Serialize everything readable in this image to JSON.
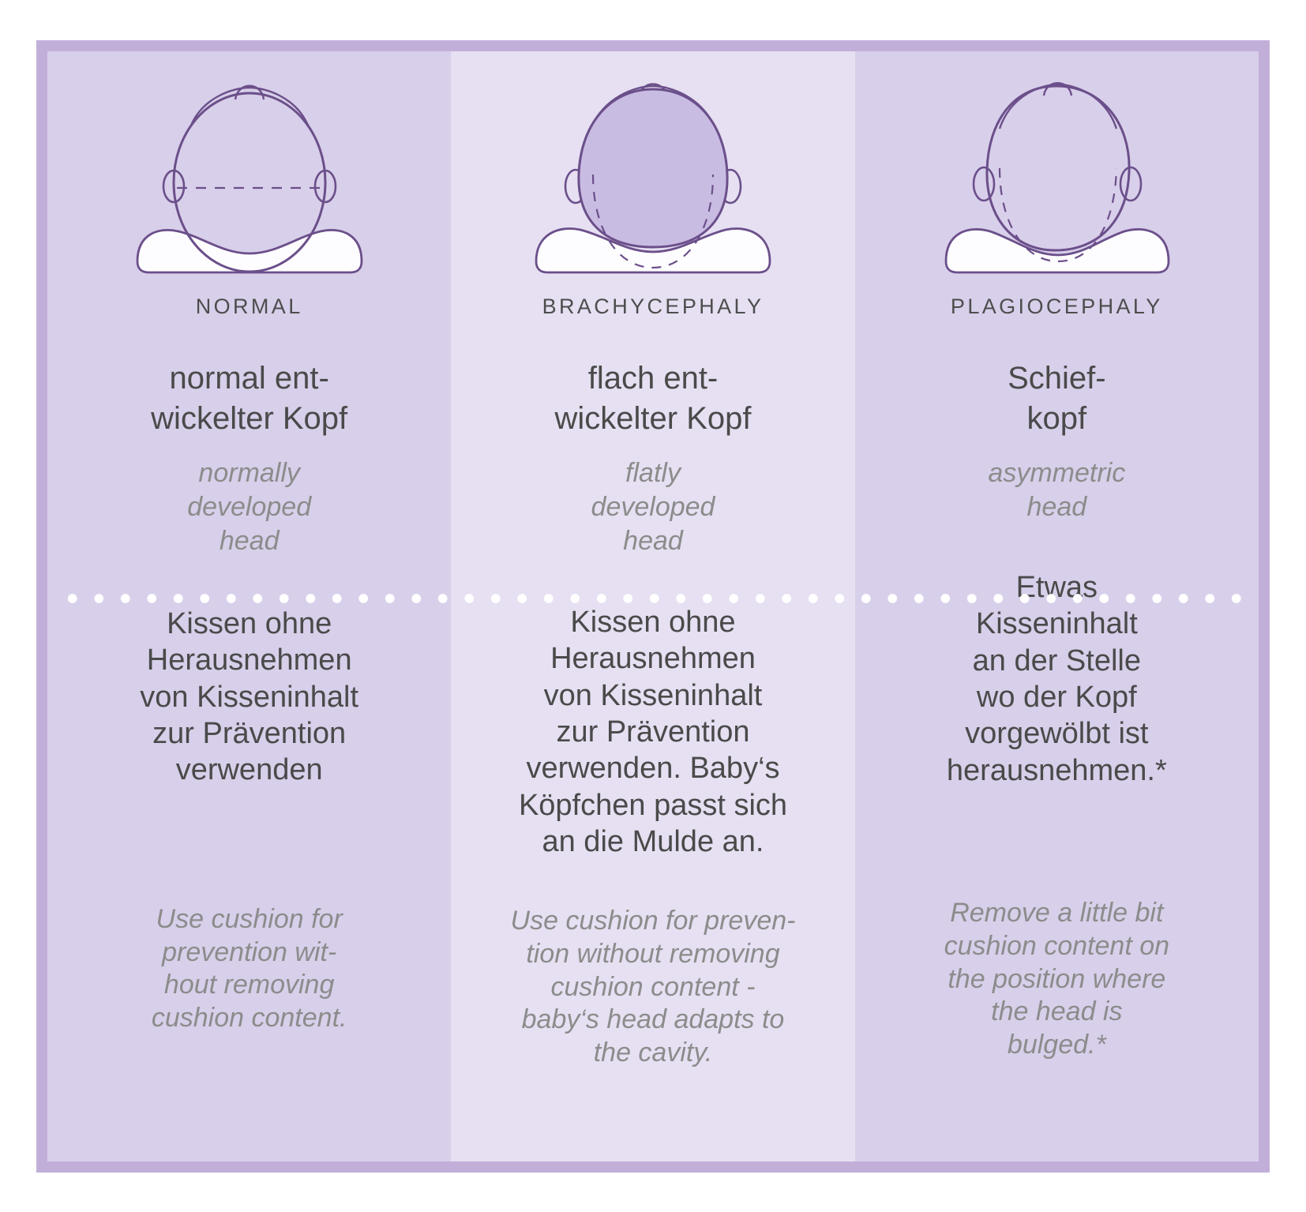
{
  "theme": {
    "frame_border_color": "#c2afd9",
    "panel_bg_color": "#d8cfea",
    "highlight_bg_color": "#e6e0f2",
    "outline_color": "#6b4f8a",
    "head_fill_color": "#c9bce3",
    "cushion_color": "#fdfdff",
    "heading_text_color": "#4a4a4a",
    "subtitle_text_color": "#8c8c8c",
    "divider_dot_color": "#ffffff"
  },
  "columns": [
    {
      "illustration": "normal-head-on-cushion-illustration",
      "caps_label": "NORMAL",
      "german_heading": "normal ent-\nwickelter Kopf",
      "english_subtitle": "normally\ndeveloped\nhead",
      "german_body": "Kissen ohne\nHerausnehmen\nvon Kisseninhalt\nzur Prävention\nverwenden",
      "english_body": "Use cushion for\nprevention wit-\nhout removing\ncushion content."
    },
    {
      "illustration": "brachycephaly-head-on-cushion-illustration",
      "caps_label": "BRACHYCEPHALY",
      "german_heading": "flach ent-\nwickelter Kopf",
      "english_subtitle": "flatly\ndeveloped\nhead",
      "german_body": "Kissen ohne\nHerausnehmen\nvon Kisseninhalt\nzur Prävention\nverwenden. Baby‘s\nKöpfchen passt sich\nan die Mulde an.",
      "english_body": "Use cushion for preven-\ntion without removing\ncushion content -\nbaby‘s head adapts to\nthe cavity."
    },
    {
      "illustration": "plagiocephaly-head-on-cushion-illustration",
      "caps_label": "PLAGIOCEPHALY",
      "german_heading": "Schief-\nkopf",
      "english_subtitle": "asymmetric\nhead",
      "german_body": "Etwas\nKisseninhalt\nan der Stelle\nwo der Kopf\nvorgewölbt ist\nherausnehmen.*",
      "english_body": "Remove a little bit\ncushion content on\nthe position where\nthe head is\nbulged.*"
    }
  ]
}
